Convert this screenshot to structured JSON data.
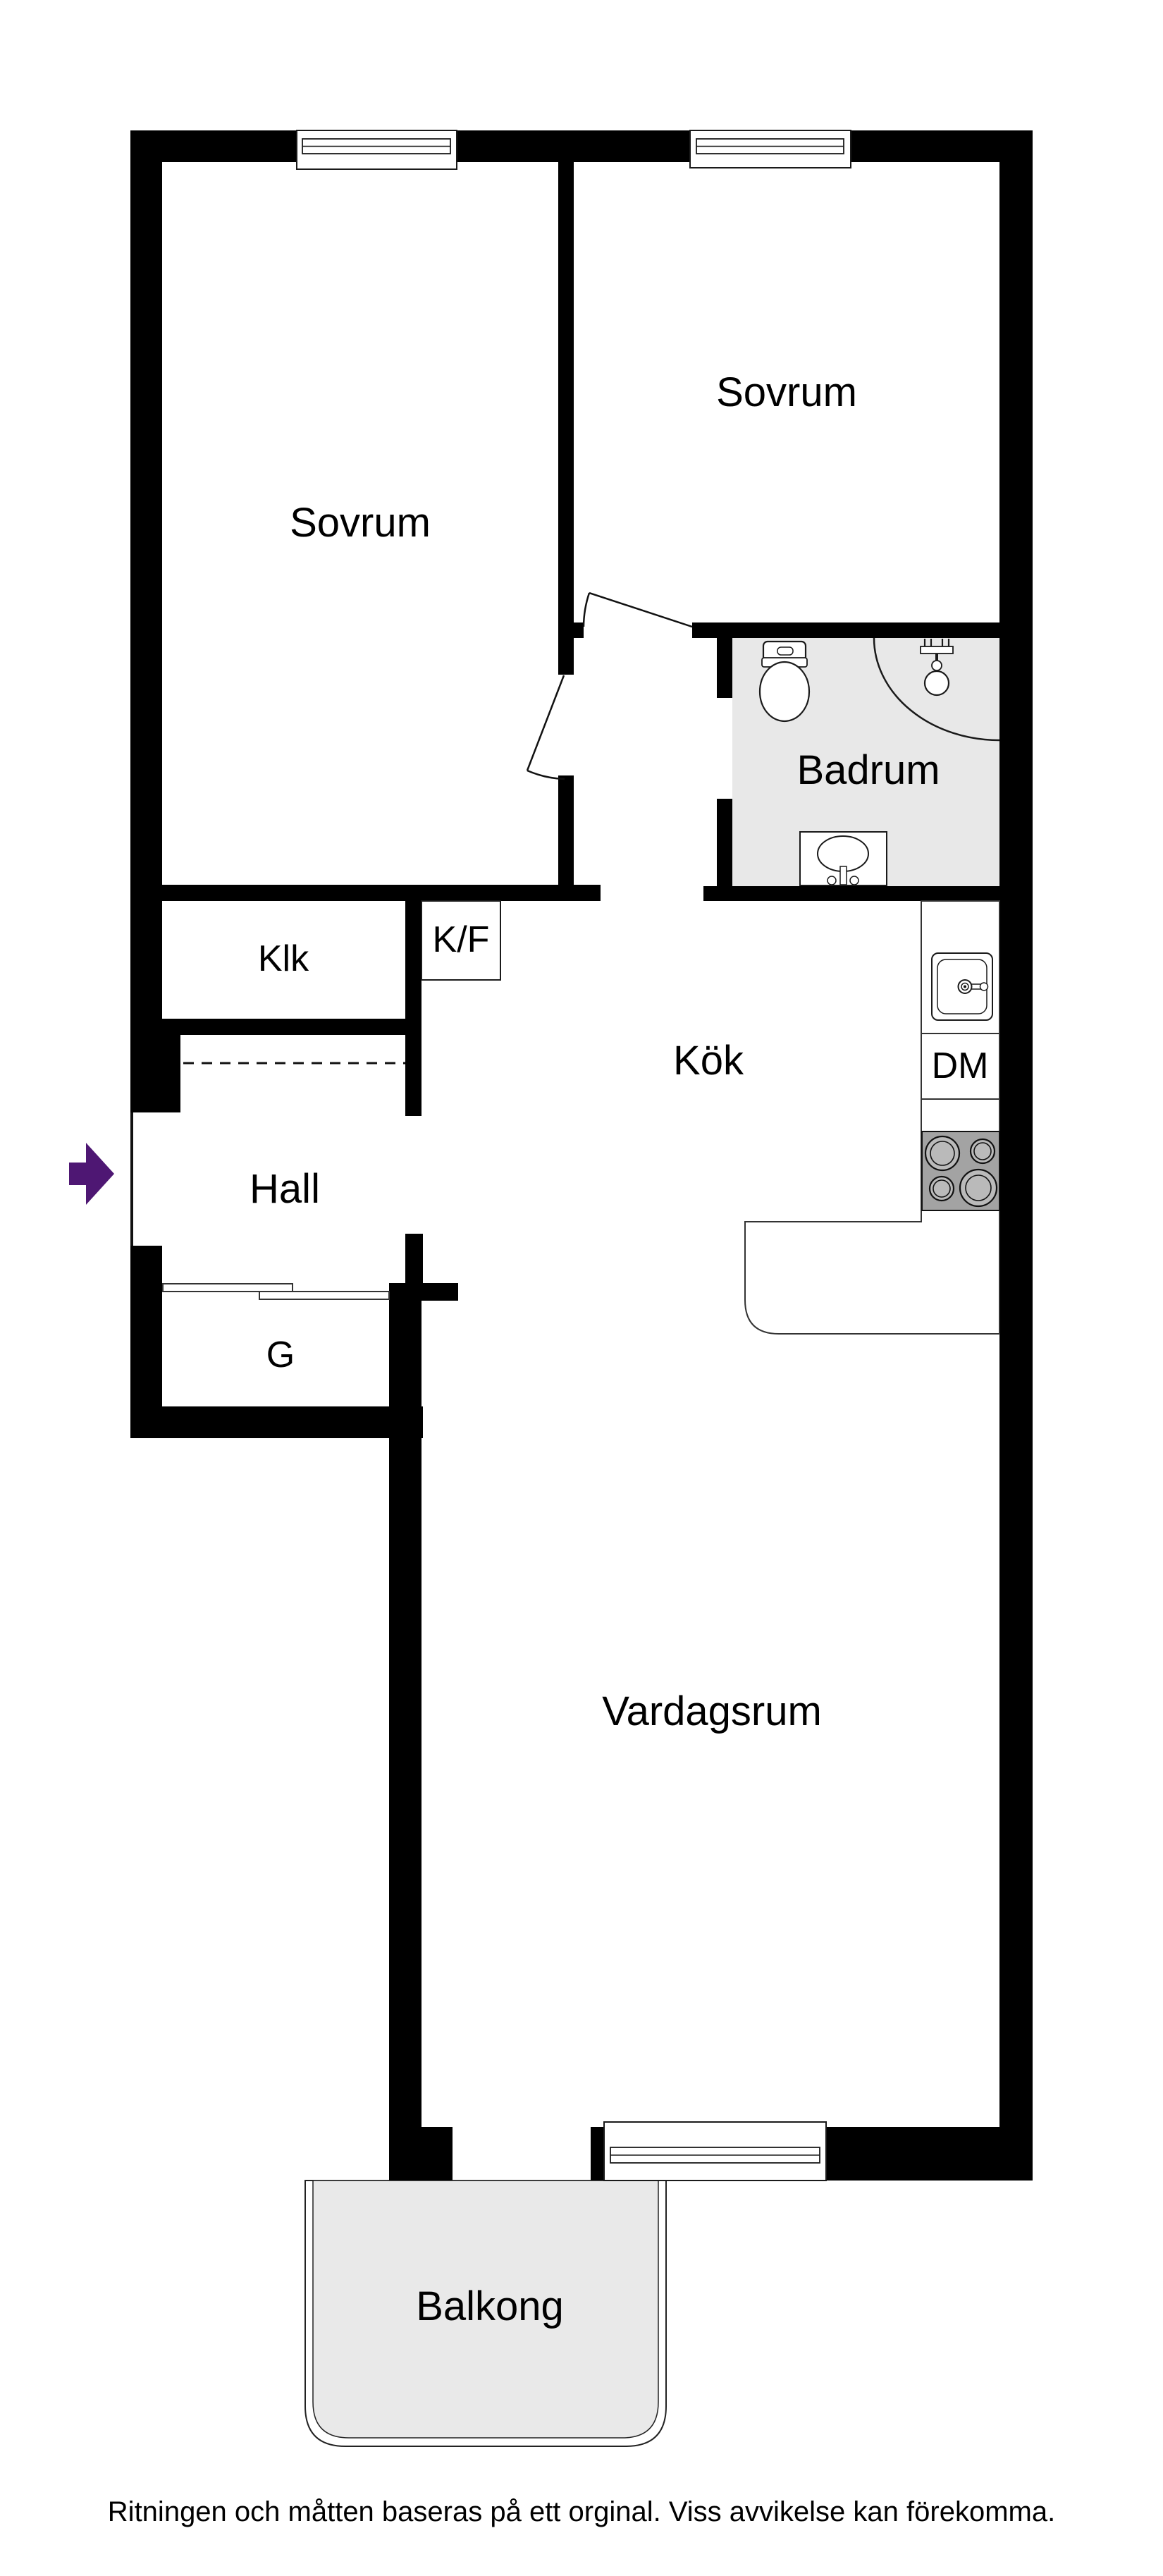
{
  "rooms": {
    "sovrum1": {
      "label": "Sovrum"
    },
    "sovrum2": {
      "label": "Sovrum"
    },
    "badrum": {
      "label": "Badrum"
    },
    "klk": {
      "label": "Klk"
    },
    "kf": {
      "label": "K/F"
    },
    "kok": {
      "label": "Kök"
    },
    "dm": {
      "label": "DM"
    },
    "hall": {
      "label": "Hall"
    },
    "g": {
      "label": "G"
    },
    "vardagsrum": {
      "label": "Vardagsrum"
    },
    "balkong": {
      "label": "Balkong"
    }
  },
  "footer": {
    "disclaimer": "Ritningen och måtten baseras på ett orginal. Viss avvikelse kan förekomma."
  },
  "colors": {
    "wall": "#000000",
    "bathroom_floor": "#e8e8e8",
    "balcony_floor": "#e9e9e9",
    "stove_top": "#a3a3a3",
    "burner": "#bababa",
    "entrance_arrow": "#4e1773",
    "outline": "#1a1a1a"
  },
  "icons": {
    "entrance_arrow": "entrance-arrow-icon",
    "toilet": "toilet-icon",
    "shower": "shower-icon",
    "washbasin": "washbasin-icon",
    "kitchen_sink": "kitchen-sink-icon",
    "stove": "stove-icon",
    "window": "window-icon",
    "sliding_door": "sliding-door-icon"
  }
}
